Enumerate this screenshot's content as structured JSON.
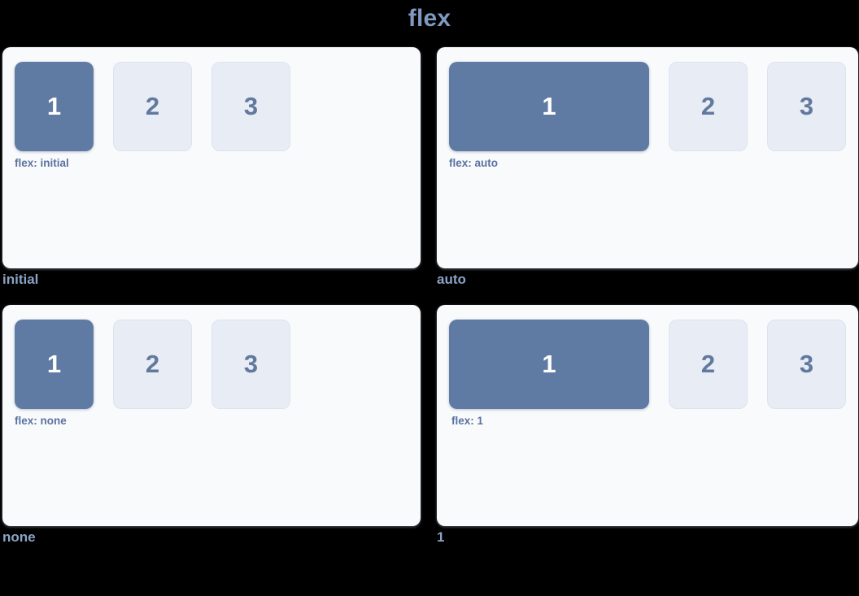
{
  "page": {
    "title": "flex",
    "background_color": "#000000",
    "title_color": "#7f9ac1"
  },
  "theme": {
    "card_background": "#f9fafc",
    "primary_box_color": "#607ba3",
    "primary_box_text_color": "#ffffff",
    "muted_box_color": "#e7ecf5",
    "muted_box_text_color": "#62799e",
    "muted_box_border_color": "#dde4f0",
    "flex_label_color": "#5a72a0",
    "caption_color": "#8ba3c6"
  },
  "demos": [
    {
      "caption": "initial",
      "flex_label": "flex: initial",
      "flex_value": "initial",
      "boxes": [
        {
          "label": "1",
          "style": "primary"
        },
        {
          "label": "2",
          "style": "muted"
        },
        {
          "label": "3",
          "style": "muted"
        }
      ]
    },
    {
      "caption": "auto",
      "flex_label": "flex: auto",
      "flex_value": "auto",
      "boxes": [
        {
          "label": "1",
          "style": "primary"
        },
        {
          "label": "2",
          "style": "muted"
        },
        {
          "label": "3",
          "style": "muted"
        }
      ]
    },
    {
      "caption": "none",
      "flex_label": "flex: none",
      "flex_value": "none",
      "boxes": [
        {
          "label": "1",
          "style": "primary"
        },
        {
          "label": "2",
          "style": "muted"
        },
        {
          "label": "3",
          "style": "muted"
        }
      ]
    },
    {
      "caption": "1",
      "flex_label": "flex: 1",
      "flex_value": "1",
      "boxes": [
        {
          "label": "1",
          "style": "primary"
        },
        {
          "label": "2",
          "style": "muted"
        },
        {
          "label": "3",
          "style": "muted"
        }
      ]
    }
  ]
}
